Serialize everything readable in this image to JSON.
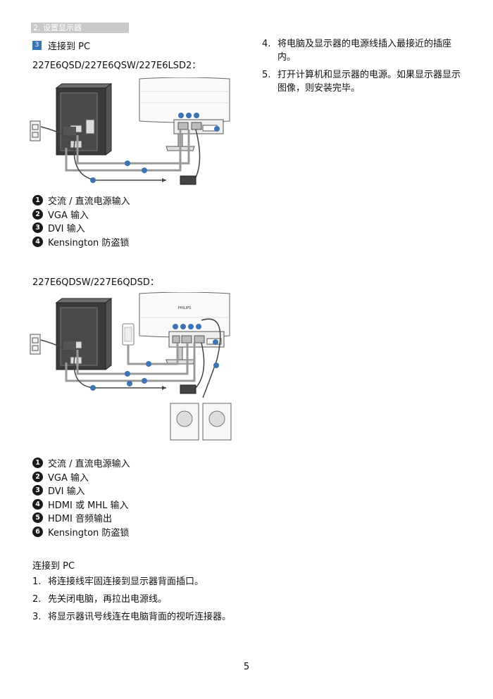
{
  "section_header": "2. 设置显示器",
  "subsection": {
    "number": "3",
    "title": "连接到 PC"
  },
  "model_group_1": "227E6QSD/227E6QSW/227E6LSD2：",
  "legend_1": [
    {
      "num": "1",
      "label": "交流 / 直流电源输入"
    },
    {
      "num": "2",
      "label": "VGA 输入"
    },
    {
      "num": "3",
      "label": "DVI 输入"
    },
    {
      "num": "4",
      "label": "Kensington 防盗锁"
    }
  ],
  "model_group_2": "227E6QDSW/227E6QDSD：",
  "legend_2": [
    {
      "num": "1",
      "label": "交流 / 直流电源输入"
    },
    {
      "num": "2",
      "label": "VGA 输入"
    },
    {
      "num": "3",
      "label": "DVI 输入"
    },
    {
      "num": "4",
      "label": "HDMI 或 MHL 输入"
    },
    {
      "num": "5",
      "label": "HDMI 音频输出"
    },
    {
      "num": "6",
      "label": "Kensington 防盗锁"
    }
  ],
  "connect_title": "连接到 PC",
  "steps_left": [
    {
      "n": "1.",
      "text": "将连接线牢固连接到显示器背面插口。"
    },
    {
      "n": "2.",
      "text": "先关闭电脑，再拉出电源线。"
    },
    {
      "n": "3.",
      "text": "将显示器讯号线连在电脑背面的视听连接器。"
    }
  ],
  "steps_right": [
    {
      "n": "4.",
      "text": "将电脑及显示器的电源线插入最接近的插座内。"
    },
    {
      "n": "5.",
      "text": "打开计算机和显示器的电源。如果显示器显示图像，则安装完毕。"
    }
  ],
  "diagram_2_brand": "PHILIPS",
  "page_number": "5",
  "colors": {
    "accent": "#3a73b6",
    "section_bar": "#c9c9c9",
    "callout": "#1a1a1a"
  }
}
